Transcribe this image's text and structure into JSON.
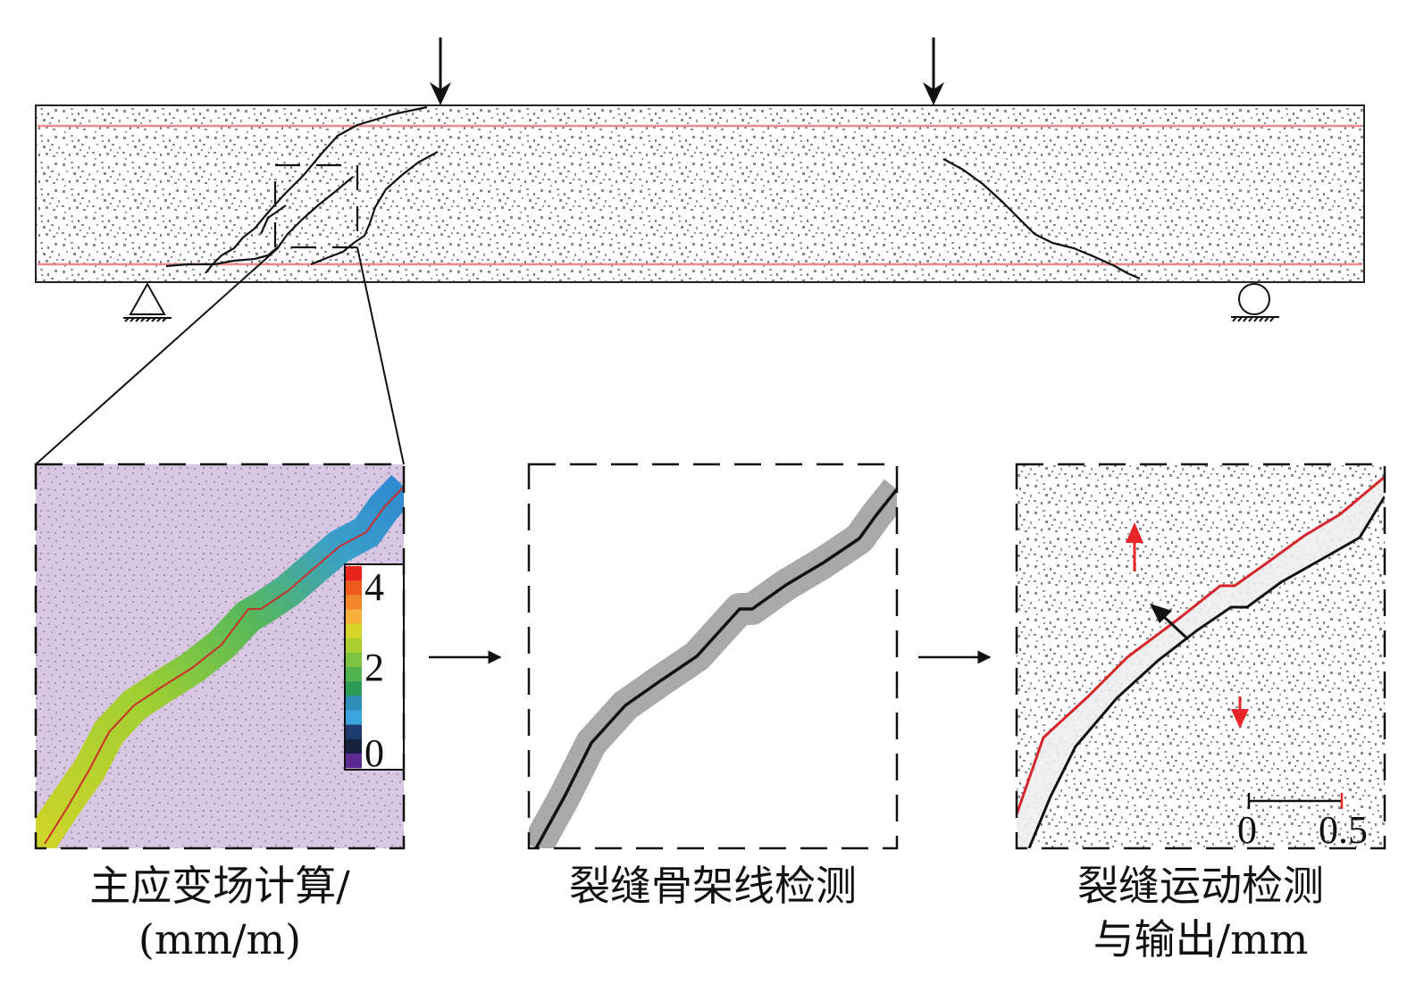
{
  "colorbar": {
    "ticks": [
      "4",
      "2",
      "0"
    ],
    "colors": [
      "#e6261d",
      "#ee5a1e",
      "#f2842a",
      "#f5b13b",
      "#d4d42a",
      "#a8cf2e",
      "#7cc440",
      "#4fb24e",
      "#2e9a58",
      "#2f8fb8",
      "#3ba4dc",
      "#1f3c6e",
      "#14213f",
      "#5b2b91"
    ]
  },
  "scale_bar": {
    "start_label": "0",
    "end_label": "0.5"
  },
  "captions": {
    "strain": [
      "主应变场计算/",
      "(mm/m)"
    ],
    "skeleton": [
      "裂缝骨架线检测"
    ],
    "motion": [
      "裂缝运动检测",
      "与输出/mm"
    ]
  },
  "colors": {
    "speckle": "#8c8c8c",
    "rebar": "#f08a8a",
    "crack": "#111111",
    "strain_background": "#d8c6e2",
    "skeleton_halo": "#a9a9a9",
    "motion_arrow": "#e8262a",
    "motion_edge_red": "#d6262b"
  }
}
